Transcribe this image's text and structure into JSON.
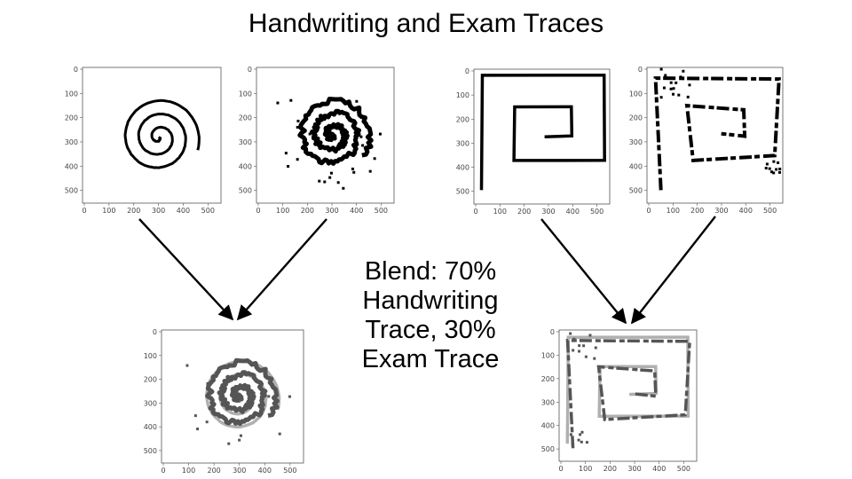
{
  "title": "Handwriting and Exam Traces",
  "blend_text": [
    "Blend: 70%",
    "Handwriting",
    "Trace, 30%",
    "Exam Trace"
  ],
  "axis_ticks": {
    "x": [
      "0",
      "100",
      "200",
      "300",
      "400",
      "500"
    ],
    "y": [
      "0",
      "100",
      "200",
      "300",
      "400",
      "500"
    ]
  },
  "colors": {
    "ink": "#000000",
    "blend_dark": "#555555",
    "blend_light": "#b0b0b0"
  }
}
